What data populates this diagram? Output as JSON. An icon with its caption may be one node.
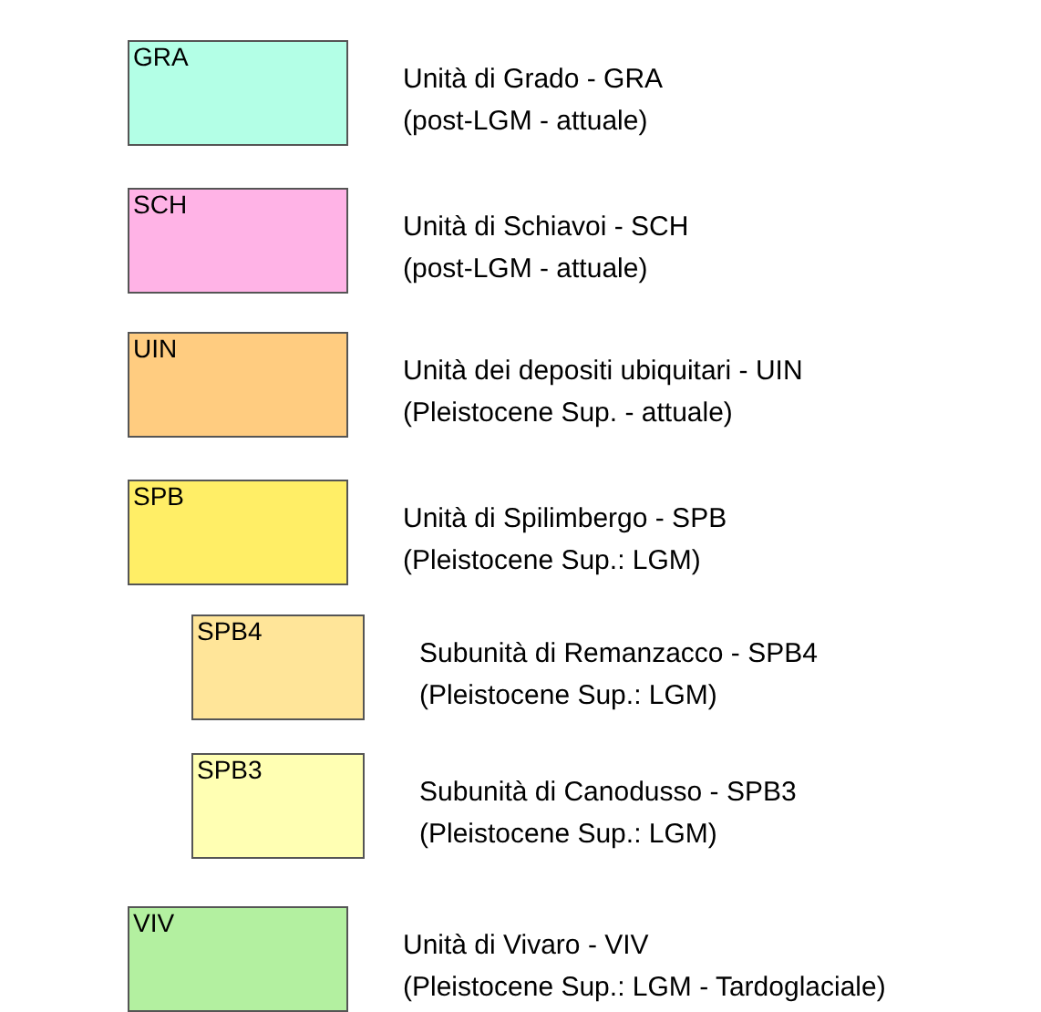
{
  "diagram": {
    "nodes": [
      {
        "text": [
          "GRA"
        ],
        "beside": [
          "Unità di Grado - GRA (post-LGM - attuale)"
        ]
      },
      {
        "text": [
          "SCH"
        ],
        "beside": [
          "Unità di Schiavoi - SCH (post-LGM - attuale)"
        ]
      },
      {
        "text": [
          "UIN"
        ],
        "beside": [
          "Unità dei depositi ubiquitari - UIN (Pleistocene Sup. - attuale)"
        ]
      },
      {
        "text": [
          "SPB"
        ],
        "beside": [
          "Unità di Spilimbergo - SPB (Pleistocene Sup.: LGM)"
        ]
      },
      {
        "text": [
          "SPB4"
        ],
        "beside": [
          "Subunità di Remanzacco - SPB4 (Pleistocene Sup.: LGM)"
        ]
      },
      {
        "text": [
          "SPB3"
        ],
        "beside": [
          "Subunità di Canodusso - SPB3 (Pleistocene Sup.: LGM)"
        ]
      },
      {
        "text": [
          "VIV"
        ],
        "beside": [
          "Unità di Vivaro - VIV (Pleistocene Sup.: LGM - Tardoglaciale)"
        ]
      }
    ]
  }
}
